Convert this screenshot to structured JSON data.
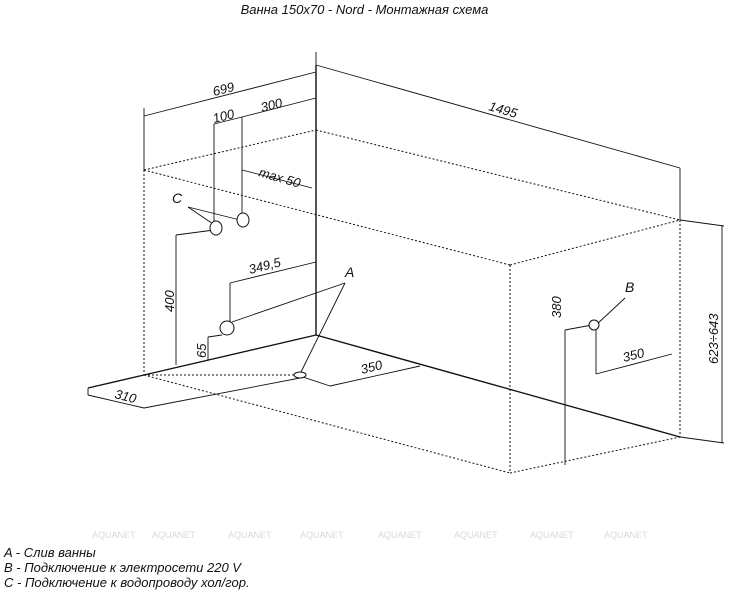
{
  "title": "Ванна 150x70 - Nord - Монтажная схема",
  "dimensions": {
    "width_total": "699",
    "offset_100": "100",
    "offset_300": "300",
    "length": "1495",
    "max_50": "max 50",
    "d_349_5": "349,5",
    "h_400": "400",
    "h_65": "65",
    "d_350_bottom": "350",
    "d_310": "310",
    "h_380": "380",
    "d_350_right": "350",
    "height_range": "623÷643"
  },
  "markers": {
    "A": "A",
    "B": "B",
    "C": "C"
  },
  "watermark": "AQUANET",
  "legend": [
    "A - Слив ванны",
    "B - Подключение к электросети 220 V",
    "C - Подключение к водопроводу хол/гор."
  ]
}
